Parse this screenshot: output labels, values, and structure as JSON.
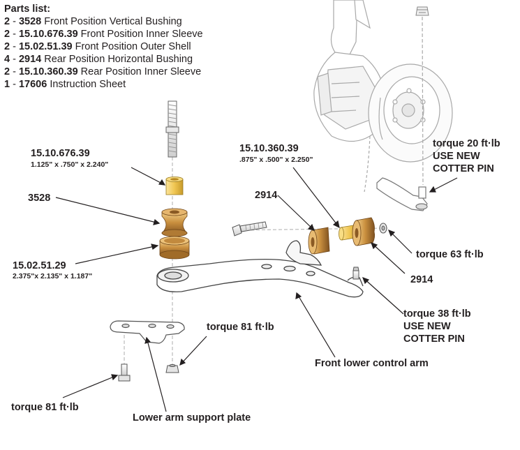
{
  "parts_list": {
    "title": "Parts list:",
    "items": [
      {
        "qty": "2",
        "sep": " - ",
        "part": "3528",
        "desc": "Front Position Vertical Bushing"
      },
      {
        "qty": "2",
        "sep": " - ",
        "part": "15.10.676.39",
        "desc": "Front Position Inner Sleeve"
      },
      {
        "qty": "2",
        "sep": " - ",
        "part": "15.02.51.39",
        "desc": "Front Position Outer Shell"
      },
      {
        "qty": "4",
        "sep": " - ",
        "part": "2914",
        "desc": "Rear Position Horizontal Bushing"
      },
      {
        "qty": "2",
        "sep": " - ",
        "part": "15.10.360.39",
        "desc": "Rear Position Inner Sleeve"
      },
      {
        "qty": "1",
        "sep": " - ",
        "part": "17606",
        "desc": "Instruction Sheet"
      }
    ]
  },
  "labels": {
    "inner_sleeve_front": "15.10.676.39",
    "inner_sleeve_front_dims": "1.125\" x .750\" x 2.240\"",
    "vertical_bushing": "3528",
    "outer_shell": "15.02.51.29",
    "outer_shell_dims": "2.375\"x 2.135\" x 1.187\"",
    "inner_sleeve_rear": "15.10.360.39",
    "inner_sleeve_rear_dims": ".875\" x .500\" x 2.250\"",
    "rear_bushing_left": "2914",
    "rear_bushing_right": "2914",
    "torque_tie_rod": [
      "torque 20 ft·lb",
      "USE NEW",
      "COTTER PIN"
    ],
    "torque_rear_nut": "torque 63 ft·lb",
    "torque_ball_joint": [
      "torque 38 ft·lb",
      "USE NEW",
      "COTTER PIN"
    ],
    "torque_plate_nut": "torque 81 ft·lb",
    "torque_plate_bolt": "torque 81 ft·lb",
    "control_arm": "Front lower control arm",
    "support_plate": "Lower arm support plate"
  },
  "colors": {
    "text": "#231f20",
    "bushing_gold": "#d9a85a",
    "bushing_dark": "#8a5a24",
    "sleeve_yellow": "#f2cf62",
    "line_art": "#555555",
    "light_line_art": "#aaaaaa"
  }
}
